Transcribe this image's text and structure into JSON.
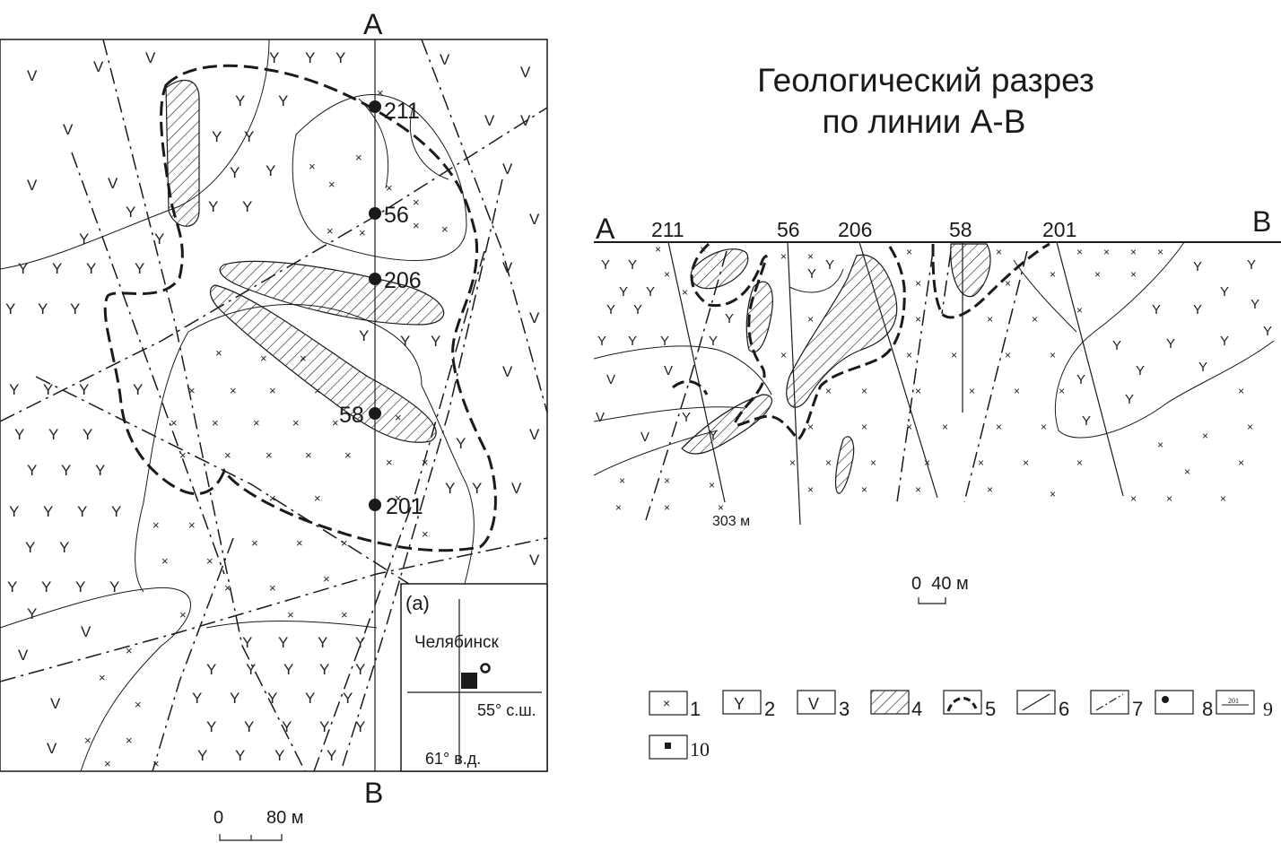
{
  "map": {
    "north_label": "A",
    "south_label": "B",
    "wells": [
      "211",
      "56",
      "206",
      "58",
      "201"
    ],
    "scale": {
      "start": "0",
      "end": "80 м"
    }
  },
  "inset": {
    "label": "(a)",
    "city": "Челябинск",
    "latitude": "55° с.ш.",
    "longitude": "61° в.д."
  },
  "section": {
    "title_line1": "Геологический разрез",
    "title_line2": "по линии А-В",
    "left_label": "А",
    "right_label": "B",
    "wells": [
      "211",
      "56",
      "206",
      "58",
      "201"
    ],
    "depth_label": "303 м",
    "scale": "0  40 м"
  },
  "legend": {
    "items": [
      "1",
      "2",
      "3",
      "4",
      "5",
      "6",
      "7",
      "8",
      "9",
      "10"
    ],
    "sample_well": "201"
  },
  "colors": {
    "ink": "#1a1a1a",
    "background": "#ffffff"
  }
}
